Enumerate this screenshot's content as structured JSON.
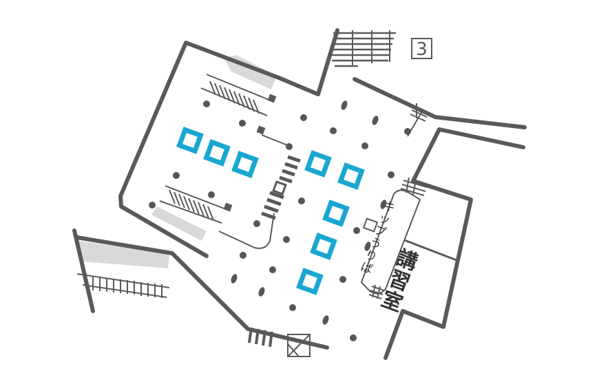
{
  "floor_badge": "3",
  "labels": {
    "kippu_uriba": "キップうりば",
    "koushuu_shitsu": "講習室"
  },
  "colors": {
    "wall": "#595959",
    "floor": "#ffffff",
    "shade": "#d9d9d9",
    "booth": "#1aa6d1",
    "pillar": "#555555"
  },
  "icons": {
    "stairs": "stairs-icon",
    "escalator": "escalator-icon",
    "elevator": "elevator-icon",
    "pillar": "pillar-icon",
    "booth": "booth-icon"
  }
}
